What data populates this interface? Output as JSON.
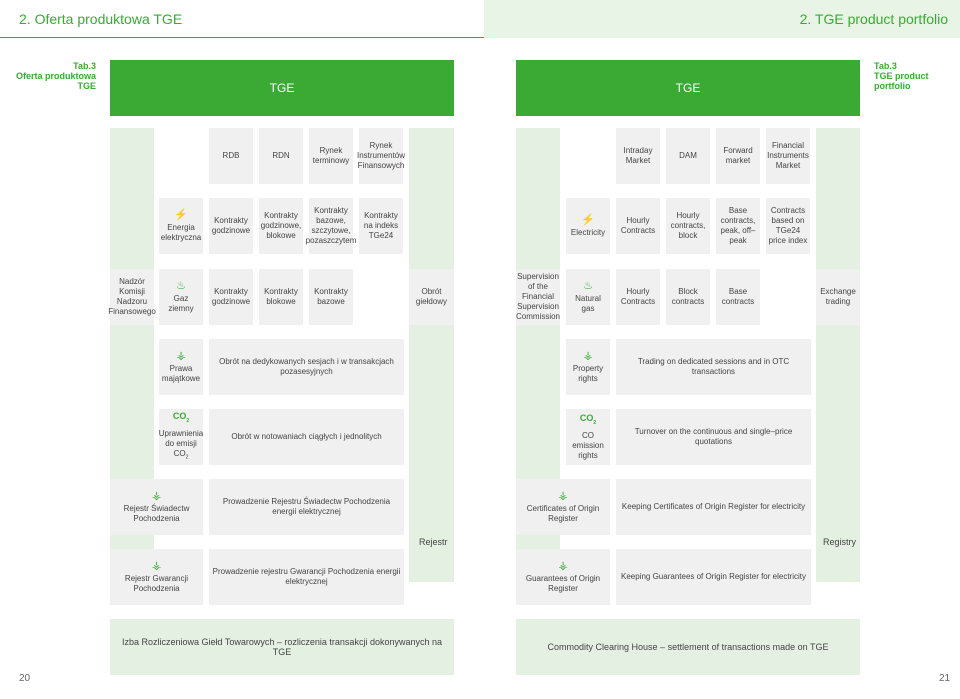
{
  "left": {
    "header": "2. Oferta produktowa TGE",
    "tab_num": "Tab.3",
    "tab_title": "Oferta produktowa TGE",
    "tge": "TGE",
    "markets": [
      "RDB",
      "RDN",
      "Rynek terminowy",
      "Rynek Instrumentów Finansowych"
    ],
    "energy_label": "Energia elektryczna",
    "energy_products": [
      "Kontrakty godzinowe",
      "Kontrakty godzinowe, blokowe",
      "Kontrakty bazowe, szczytowe, pozaszczytem",
      "Kontrakty na indeks TGe24"
    ],
    "supervisor": "Nadzór Komisji Nadzoru Finansowego",
    "gas_label": "Gaz ziemny",
    "gas_products": [
      "Kontrakty godzinowe",
      "Kontrakty blokowe",
      "Kontrakty bazowe"
    ],
    "exchange": "Obrót giełdowy",
    "property_label": "Prawa majątkowe",
    "property_desc": "Obrót na dedykowanych sesjach i w transakcjach pozasesyjnych",
    "co2_icon": "CO",
    "emission_label_a": "Uprawnienia do emisji CO",
    "emission_desc": "Obrót w notowaniach ciągłych i jednolitych",
    "reg1_label": "Rejestr Świadectw Pochodzenia",
    "reg1_desc": "Prowadzenie Rejestru Świadectw Pochodzenia energii elektrycznej",
    "registry": "Rejestr",
    "reg2_label": "Rejestr Gwarancji Pochodzenia",
    "reg2_desc": "Prowadzenie rejestru Gwarancji Pochodzenia energii elektrycznej",
    "clearing": "Izba Rozliczeniowa Giełd Towarowych – rozliczenia transakcji dokonywanych na TGE",
    "page_num": "20"
  },
  "right": {
    "header": "2. TGE product portfolio",
    "tab_num": "Tab.3",
    "tab_title": "TGE product portfolio",
    "tge": "TGE",
    "markets": [
      "Intraday Market",
      "DAM",
      "Forward market",
      "Financial Instruments Market"
    ],
    "energy_label": "Electricity",
    "energy_products": [
      "Hourly Contracts",
      "Hourly contracts, block",
      "Base contracts, peak, off–peak",
      "Contracts based on TGe24 price index"
    ],
    "supervisor": "Supervision of the Financial Supervision Commission",
    "gas_label": "Natural gas",
    "gas_products": [
      "Hourly Contracts",
      "Block contracts",
      "Base contracts"
    ],
    "exchange": "Exchange trading",
    "property_label": "Property rights",
    "property_desc": "Trading on dedicated sessions and in OTC transactions",
    "co2_icon": "CO",
    "emission_label": "CO emission rights",
    "emission_desc": "Turnover on the continuous and single–price quotations",
    "reg1_label": "Certificates of Origin Register",
    "reg1_desc": "Keeping Certificates of Origin Register for electricity",
    "registry": "Registry",
    "reg2_label": "Guarantees of Origin Register",
    "reg2_desc": "Keeping Guarantees of Origin Register for electricity",
    "clearing": "Commodity Clearing House – settlement of transactions made on TGE",
    "page_num": "21"
  },
  "icons": {
    "lightning": "lightning-icon",
    "flame": "flame-icon",
    "tower": "tower-icon",
    "co2": "co2-icon"
  },
  "colors": {
    "accent": "#3aaa35",
    "box": "#f0f0f0",
    "side": "#e4f0e2"
  }
}
